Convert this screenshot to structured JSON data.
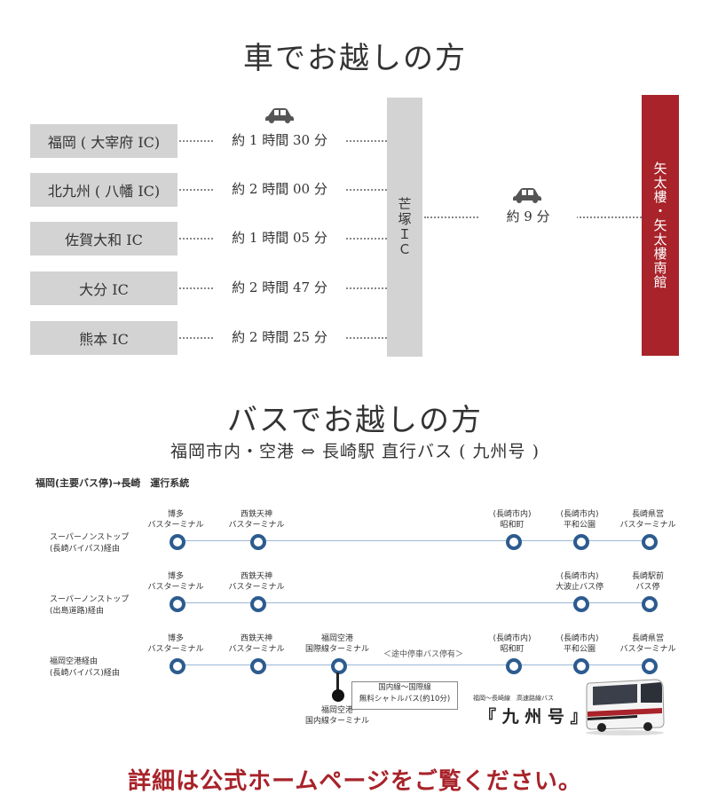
{
  "car_section": {
    "title": "車でお越しの方",
    "origins": [
      {
        "name": "福岡 ( 大宰府 IC)",
        "duration": "約 1 時間 30 分"
      },
      {
        "name": "北九州 ( 八幡 IC)",
        "duration": "約 2 時間 00 分"
      },
      {
        "name": "佐賀大和 IC",
        "duration": "約 1 時間 05 分"
      },
      {
        "name": "大分 IC",
        "duration": "約 2 時間 47 分"
      },
      {
        "name": "熊本 IC",
        "duration": "約 2 時間 25 分"
      }
    ],
    "interchange": "芒塚ＩＣ",
    "final_duration": "約 9 分",
    "destination": "矢太樓・矢太樓南館",
    "colors": {
      "box": "#d3d3d3",
      "destination": "#a8232a"
    }
  },
  "bus_section": {
    "title": "バスでお越しの方",
    "subtitle": "福岡市内・空港 ⇔ 長崎駅 直行バス ( 九州号 )",
    "map_heading": "福岡(主要バス停)→長崎　運行系統",
    "routes": [
      {
        "label": [
          "スーパーノンストップ",
          "(長崎バイパス)経由"
        ],
        "stops": [
          {
            "name": [
              "博多",
              "バスターミナル"
            ]
          },
          {
            "name": [
              "西鉄天神",
              "バスターミナル"
            ]
          },
          {
            "name": [
              "(長崎市内)",
              "昭和町"
            ]
          },
          {
            "name": [
              "(長崎市内)",
              "平和公園"
            ]
          },
          {
            "name": [
              "長崎県営",
              "バスターミナル"
            ]
          }
        ]
      },
      {
        "label": [
          "スーパーノンストップ",
          "(出島道路)経由"
        ],
        "stops": [
          {
            "name": [
              "博多",
              "バスターミナル"
            ]
          },
          {
            "name": [
              "西鉄天神",
              "バスターミナル"
            ]
          },
          {
            "name": [
              "(長崎市内)",
              "大波止バス停"
            ]
          },
          {
            "name": [
              "長崎駅前",
              "バス停"
            ]
          }
        ]
      },
      {
        "label": [
          "福岡空港経由",
          "(長崎バイパス)経由"
        ],
        "stops": [
          {
            "name": [
              "博多",
              "バスターミナル"
            ]
          },
          {
            "name": [
              "西鉄天神",
              "バスターミナル"
            ]
          },
          {
            "name": [
              "福岡空港",
              "国際線ターミナル"
            ]
          },
          {
            "name": [
              "(長崎市内)",
              "昭和町"
            ]
          },
          {
            "name": [
              "(長崎市内)",
              "平和公園"
            ]
          },
          {
            "name": [
              "長崎県営",
              "バスターミナル"
            ]
          }
        ],
        "mid_note": "＜途中停車バス停有＞",
        "branch_stop": [
          "福岡空港",
          "国内線ターミナル"
        ],
        "shuttle_note": [
          "国内線〜国際線",
          "無料シャトルバス(約10分)"
        ]
      }
    ],
    "bus_brand": {
      "caption": "福岡〜長崎線　高速路線バス",
      "name": "『 九 州 号 』"
    },
    "colors": {
      "stop": "#2c5b8f",
      "line": "#9ab8d4"
    }
  },
  "footer": "詳細は公式ホームページをご覧ください。"
}
